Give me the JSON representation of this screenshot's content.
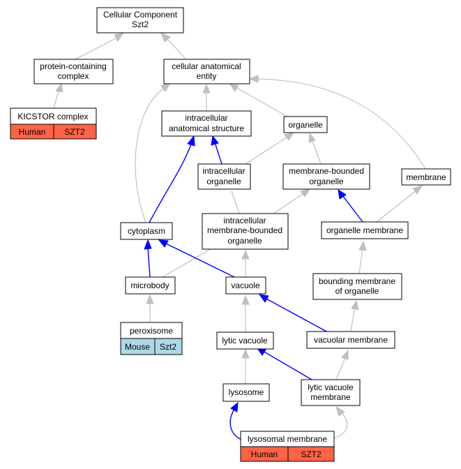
{
  "colors": {
    "human_cell": "#ff6347",
    "mouse_cell": "#add8e6",
    "is_a_edge": "#bfbfbf",
    "part_of_edge": "#0000ff"
  },
  "nodes": {
    "root": {
      "line1": "Cellular Component",
      "line2": "Szt2"
    },
    "protein_containing_complex": {
      "line1": "protein-containing",
      "line2": "complex"
    },
    "cellular_anatomical_entity": {
      "line1": "cellular anatomical",
      "line2": "entity"
    },
    "kicstor_complex": {
      "title": "KICSTOR complex",
      "species": "Human",
      "gene": "SZT2"
    },
    "intracellular_anatomical_structure": {
      "line1": "intracellular",
      "line2": "anatomical structure"
    },
    "organelle": {
      "line1": "organelle"
    },
    "intracellular_organelle": {
      "line1": "intracellular",
      "line2": "organelle"
    },
    "membrane_bounded_organelle": {
      "line1": "membrane-bounded",
      "line2": "organelle"
    },
    "membrane": {
      "line1": "membrane"
    },
    "cytoplasm": {
      "line1": "cytoplasm"
    },
    "intracellular_membrane_bounded_organelle": {
      "line1": "intracellular",
      "line2": "membrane-bounded",
      "line3": "organelle"
    },
    "organelle_membrane": {
      "line1": "organelle membrane"
    },
    "microbody": {
      "line1": "microbody"
    },
    "vacuole": {
      "line1": "vacuole"
    },
    "bounding_membrane_of_organelle": {
      "line1": "bounding membrane",
      "line2": "of organelle"
    },
    "peroxisome": {
      "title": "peroxisome",
      "species": "Mouse",
      "gene": "Szt2"
    },
    "lytic_vacuole": {
      "line1": "lytic vacuole"
    },
    "vacuolar_membrane": {
      "line1": "vacuolar membrane"
    },
    "lysosome": {
      "line1": "lysosome"
    },
    "lytic_vacuole_membrane": {
      "line1": "lytic vacuole",
      "line2": "membrane"
    },
    "lysosomal_membrane": {
      "title": "lysosomal membrane",
      "species": "Human",
      "gene": "SZT2"
    }
  }
}
